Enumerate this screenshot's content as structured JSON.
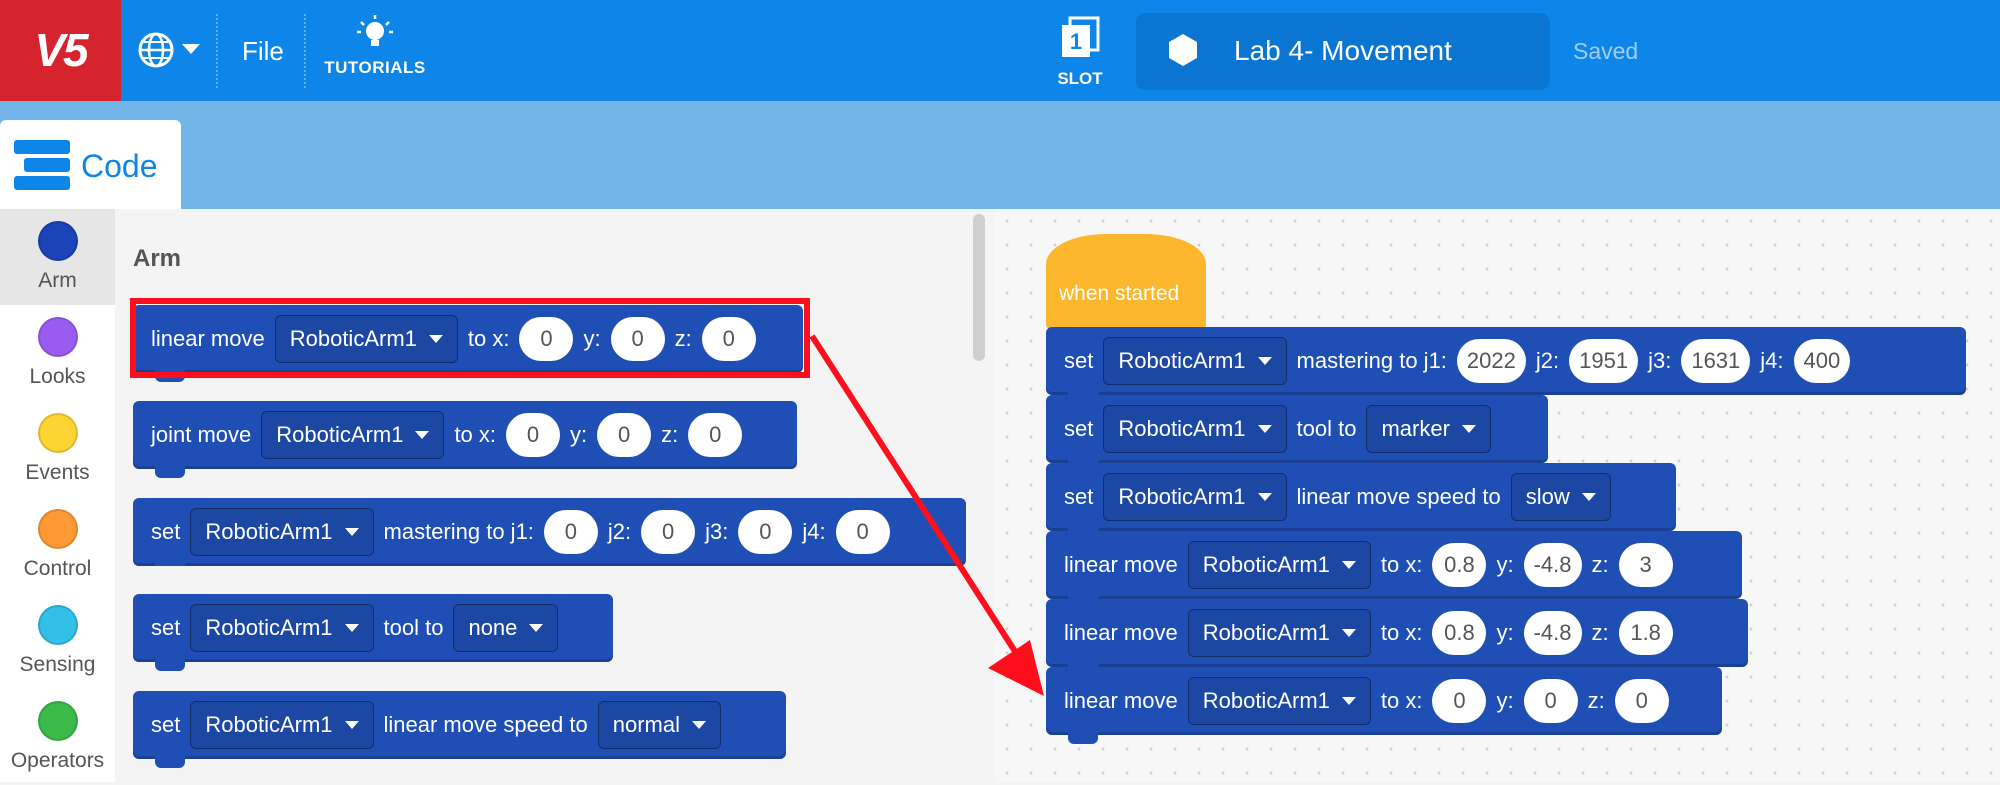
{
  "topbar": {
    "logo": "V5",
    "language_icon": "globe-icon",
    "file_label": "File",
    "tutorials_label": "TUTORIALS",
    "slot_number": "1",
    "slot_label": "SLOT",
    "project_name": "Lab 4- Movement",
    "save_status": "Saved"
  },
  "tabs": {
    "code_label": "Code"
  },
  "categories": [
    {
      "label": "Arm",
      "color": "#1a44b8"
    },
    {
      "label": "Looks",
      "color": "#9a5cf0"
    },
    {
      "label": "Events",
      "color": "#fcd434"
    },
    {
      "label": "Control",
      "color": "#fd9a35"
    },
    {
      "label": "Sensing",
      "color": "#32bfe8"
    },
    {
      "label": "Operators",
      "color": "#3cba4a"
    }
  ],
  "palette": {
    "title": "Arm",
    "b1": {
      "a": "linear move",
      "device": "RoboticArm1",
      "b": "to x:",
      "x": "0",
      "c": "y:",
      "y": "0",
      "d": "z:",
      "z": "0"
    },
    "b2": {
      "a": "joint move",
      "device": "RoboticArm1",
      "b": "to x:",
      "x": "0",
      "c": "y:",
      "y": "0",
      "d": "z:",
      "z": "0"
    },
    "b3": {
      "a": "set",
      "device": "RoboticArm1",
      "b": "mastering to j1:",
      "j1": "0",
      "c": "j2:",
      "j2": "0",
      "d": "j3:",
      "j3": "0",
      "e": "j4:",
      "j4": "0"
    },
    "b4": {
      "a": "set",
      "device": "RoboticArm1",
      "b": "tool to",
      "tool": "none"
    },
    "b5": {
      "a": "set",
      "device": "RoboticArm1",
      "b": "linear move speed to",
      "speed": "normal"
    }
  },
  "script": {
    "hat": "when started",
    "s1": {
      "a": "set",
      "device": "RoboticArm1",
      "b": "mastering to j1:",
      "j1": "2022",
      "c": "j2:",
      "j2": "1951",
      "d": "j3:",
      "j3": "1631",
      "e": "j4:",
      "j4": "400"
    },
    "s2": {
      "a": "set",
      "device": "RoboticArm1",
      "b": "tool to",
      "tool": "marker"
    },
    "s3": {
      "a": "set",
      "device": "RoboticArm1",
      "b": "linear move speed to",
      "speed": "slow"
    },
    "s4": {
      "a": "linear move",
      "device": "RoboticArm1",
      "b": "to x:",
      "x": "0.8",
      "c": "y:",
      "y": "-4.8",
      "d": "z:",
      "z": "3"
    },
    "s5": {
      "a": "linear move",
      "device": "RoboticArm1",
      "b": "to x:",
      "x": "0.8",
      "c": "y:",
      "y": "-4.8",
      "d": "z:",
      "z": "1.8"
    },
    "s6": {
      "a": "linear move",
      "device": "RoboticArm1",
      "b": "to x:",
      "x": "0",
      "c": "y:",
      "y": "0",
      "d": "z:",
      "z": "0"
    }
  },
  "colors": {
    "topbar": "#0e85e8",
    "logo_bg": "#d6242f",
    "block_blue": "#1f4fb4",
    "event_yellow": "#fdb72f",
    "annotation_red": "#ff0f1c"
  }
}
